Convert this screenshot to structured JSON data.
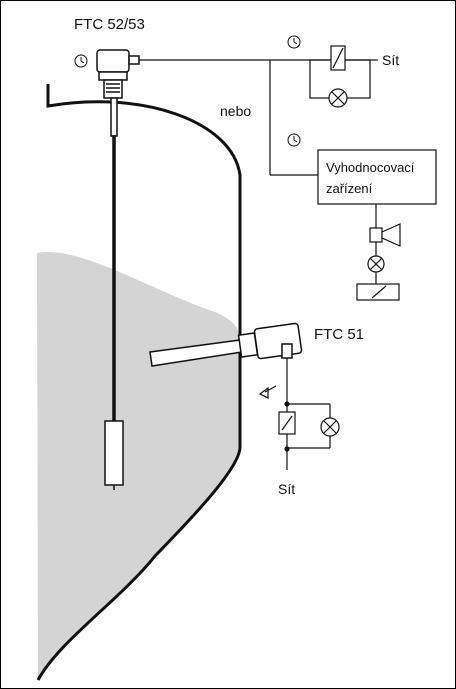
{
  "labels": {
    "top_sensor": "FTC 52/53",
    "side_sensor": "FTC 51",
    "or_text": "nebo",
    "network_top": "Sít",
    "network_bottom": "Sít",
    "evaluation_unit_line1": "Vyhodnocovací",
    "evaluation_unit_line2": "zařízení"
  },
  "icons": [
    "clock-icon",
    "relay-icon",
    "lamp-icon",
    "horn-icon",
    "ground-icon"
  ],
  "colors": {
    "medium": "#d4d4d4",
    "line": "#111111"
  }
}
